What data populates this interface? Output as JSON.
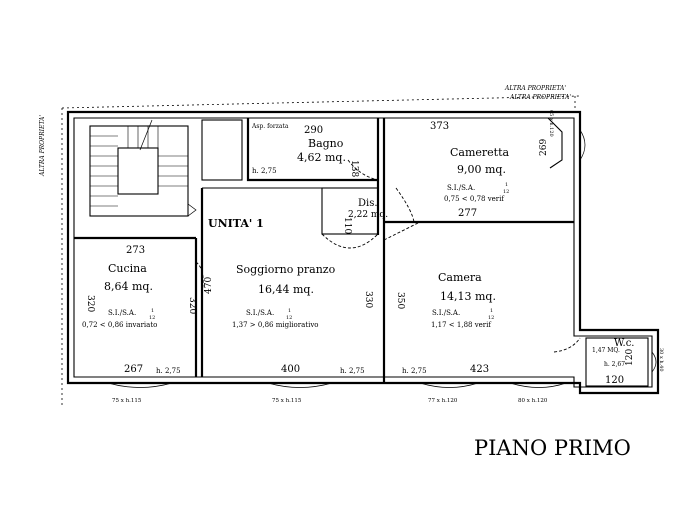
{
  "plan": {
    "neighbors": {
      "top": "ALTRA PROPRIETA'",
      "left": "ALTRA PROPRIETA'",
      "right_top": "ALTRA PROPRIETA'"
    },
    "unit_label": "UNITA' 1",
    "rooms": {
      "bagno": {
        "name": "Bagno",
        "area": "4,62 mq.",
        "dim_top": "290",
        "dim_side": "138",
        "height": "h. 2,75",
        "note": "Asp. forzata"
      },
      "cameretta": {
        "name": "Cameretta",
        "area": "9,00 mq.",
        "dim_top": "373",
        "dim_side": "269",
        "dim_bottom": "277",
        "ratio_label": "S.I./S.A.",
        "ratio_frac_num": "1",
        "ratio_frac_den": "12",
        "ratio": "0,75 < 0,78 verif"
      },
      "dis": {
        "name": "Dis.",
        "area": "2,22 mq.",
        "dim_side": "110"
      },
      "cucina": {
        "name": "Cucina",
        "area": "8,64 mq.",
        "dim_top": "273",
        "dim_side": "320",
        "dim_bottom": "267",
        "height": "h. 2,75",
        "ratio_label": "S.I./S.A.",
        "ratio_frac_num": "1",
        "ratio_frac_den": "12",
        "ratio": "0,72 < 0,86 invariato"
      },
      "soggiorno": {
        "name": "Soggiorno pranzo",
        "area": "16,44 mq.",
        "dim_left": "320",
        "dim_left2": "470",
        "dim_right": "330",
        "dim_bottom": "400",
        "height": "h. 2,75",
        "ratio_label": "S.I./S.A.",
        "ratio_frac_num": "1",
        "ratio_frac_den": "12",
        "ratio": "1,37 > 0,86 migliorativo"
      },
      "camera": {
        "name": "Camera",
        "area": "14,13 mq.",
        "dim_side": "350",
        "dim_bottom": "423",
        "height": "h. 2,75",
        "ratio_label": "S.I./S.A.",
        "ratio_frac_num": "1",
        "ratio_frac_den": "12",
        "ratio": "1,17 < 1,88 verif"
      },
      "wc": {
        "name": "W.c.",
        "area": "1,47 MQ.",
        "height": "h. 2,67",
        "dim_side": "120",
        "dim_bottom": "120"
      }
    },
    "windows": {
      "w1": "75 x h.115",
      "w2": "75 x h.115",
      "w3": "77 x h.120",
      "w4": "80 x h.120",
      "w5": "65 x h.120",
      "w6": "30 x h.40"
    },
    "footer_title": "PIANO PRIMO"
  }
}
